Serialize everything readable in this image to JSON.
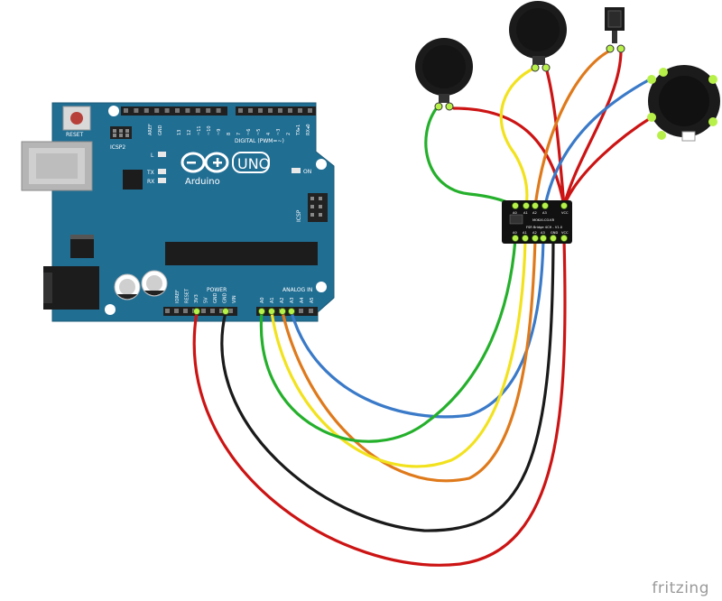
{
  "arduino": {
    "reset_label": "RESET",
    "icsp2_label": "ICSP2",
    "l_label": "L",
    "tx_label": "TX",
    "rx_label": "RX",
    "aref_label": "AREF",
    "gnd_label": "GND",
    "digital_label": "DIGITAL (PWM=~)",
    "on_label": "ON",
    "uno_label": "UNO",
    "brand_label": "Arduino",
    "icsp_label": "ICSP",
    "power_label": "POWER",
    "analog_label": "ANALOG IN",
    "digital_pins": [
      "13",
      "12",
      "~11",
      "~10",
      "~9",
      "8",
      "7",
      "~6",
      "~5",
      "4",
      "~3",
      "2",
      "TX▸1",
      "RX◂0"
    ],
    "power_pins": [
      "IOREF",
      "RESET",
      "3V3",
      "5V",
      "GND",
      "GND",
      "VIN"
    ],
    "analog_pins": [
      "A0",
      "A1",
      "A2",
      "A3",
      "A4",
      "A5"
    ]
  },
  "bridge": {
    "top_pins": [
      "A0",
      "A1",
      "A2",
      "A3",
      "VCC"
    ],
    "bottom_pins": [
      "A0",
      "A1",
      "A2",
      "A3",
      "GND",
      "VCC"
    ],
    "label_main": "MOKXI.CO.KR",
    "label_sub": "FSR Bridge 4CH - V1.0"
  },
  "colors": {
    "board": "#216e93",
    "wire_red": "#cc1414",
    "wire_black": "#1a1a1a",
    "wire_green": "#25b02c",
    "wire_yellow": "#f2e21e",
    "wire_orange": "#df7a1c",
    "wire_blue": "#3a7ac8",
    "pin_highlight": "#b8f04a"
  },
  "watermark": "fritzing"
}
